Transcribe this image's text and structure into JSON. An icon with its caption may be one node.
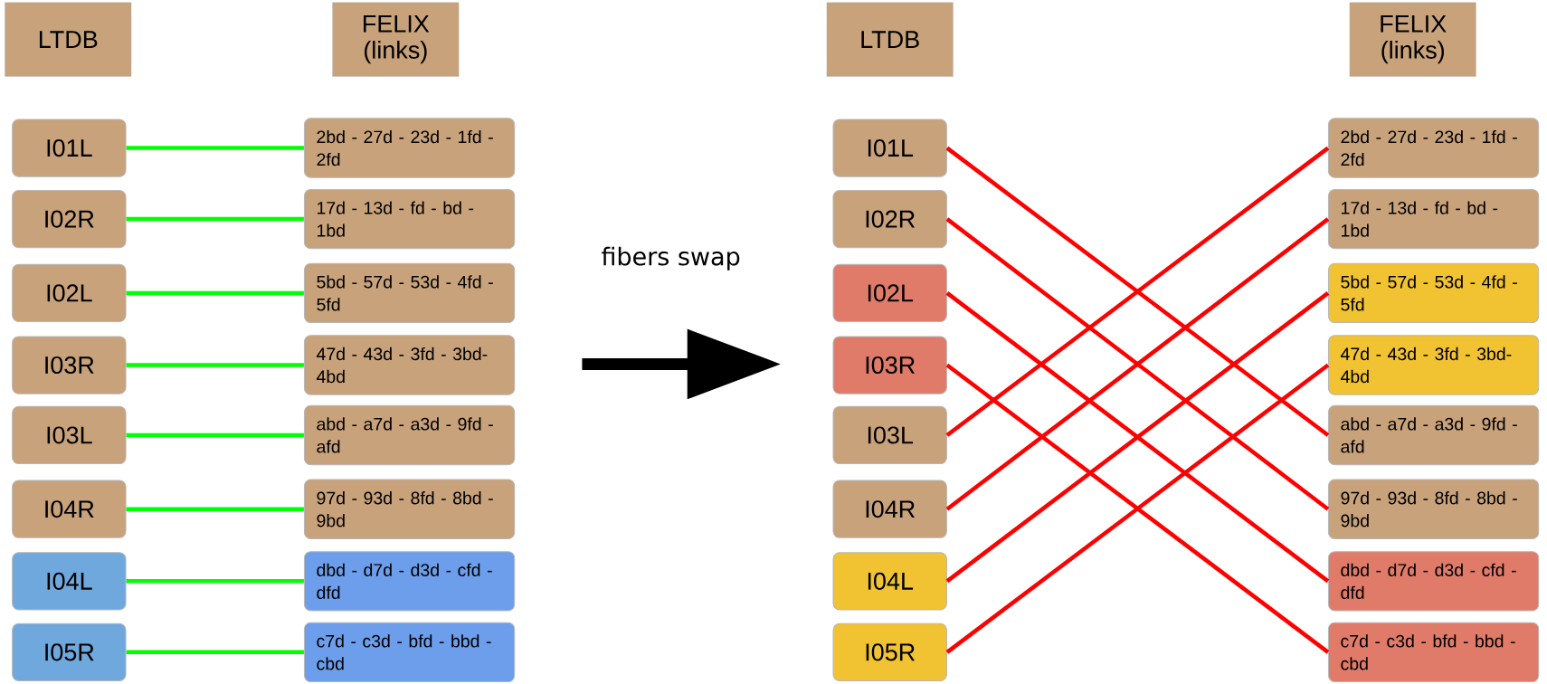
{
  "diagram": {
    "nodes": [
      {
        "text": [
          "LTDB"
        ]
      },
      {
        "text": [
          "FELIX (links)"
        ]
      },
      {
        "text": [
          "I01L"
        ]
      },
      {
        "text": [
          "2bd - 27d - 23d - 1fd - 2fd"
        ]
      },
      {
        "text": [
          "I02R"
        ]
      },
      {
        "text": [
          "17d - 13d - fd - bd - 1bd"
        ]
      },
      {
        "text": [
          "I02L"
        ]
      },
      {
        "text": [
          "5bd - 57d - 53d - 4fd - 5fd"
        ]
      },
      {
        "text": [
          "I03R"
        ]
      },
      {
        "text": [
          "47d - 43d - 3fd - 3bd- 4bd"
        ]
      },
      {
        "text": [
          "I03L"
        ]
      },
      {
        "text": [
          "abd - a7d - a3d - 9fd - afd"
        ]
      },
      {
        "text": [
          "I04R"
        ]
      },
      {
        "text": [
          "97d - 93d - 8fd - 8bd - 9bd"
        ]
      },
      {
        "text": [
          "I04L"
        ]
      },
      {
        "text": [
          "dbd - d7d - d3d - cfd - dfd"
        ]
      },
      {
        "text": [
          "I05R"
        ]
      },
      {
        "text": [
          "c7d - c3d - bfd - bbd - cbd"
        ]
      },
      {
        "text": [
          "LTDB"
        ]
      },
      {
        "text": [
          "FELIX (links)"
        ]
      },
      {
        "text": [
          "I01L"
        ]
      },
      {
        "text": [
          "2bd - 27d - 23d - 1fd - 2fd"
        ]
      },
      {
        "text": [
          "I02R"
        ]
      },
      {
        "text": [
          "17d - 13d - fd - bd - 1bd"
        ]
      },
      {
        "text": [
          "I02L"
        ]
      },
      {
        "text": [
          "5bd - 57d - 53d - 4fd - 5fd"
        ]
      },
      {
        "text": [
          "I03R"
        ]
      },
      {
        "text": [
          "47d - 43d - 3fd - 3bd- 4bd"
        ]
      },
      {
        "text": [
          "I03L"
        ]
      },
      {
        "text": [
          "abd - a7d - a3d - 9fd - afd"
        ]
      },
      {
        "text": [
          "I04R"
        ]
      },
      {
        "text": [
          "97d - 93d - 8fd - 8bd - 9bd"
        ]
      },
      {
        "text": [
          "I04L"
        ]
      },
      {
        "text": [
          "dbd - d7d - d3d - cfd - dfd"
        ]
      },
      {
        "text": [
          "I05R"
        ]
      },
      {
        "text": [
          "c7d - c3d - bfd - bbd - cbd"
        ]
      }
    ],
    "edges": [
      {
        "from": 2,
        "to": 3,
        "arrow": "none"
      },
      {
        "from": 4,
        "to": 5,
        "arrow": "none"
      },
      {
        "from": 6,
        "to": 7,
        "arrow": "none"
      },
      {
        "from": 8,
        "to": 9,
        "arrow": "none"
      },
      {
        "from": 10,
        "to": 11,
        "arrow": "none"
      },
      {
        "from": 12,
        "to": 13,
        "arrow": "none"
      },
      {
        "from": 14,
        "to": 15,
        "arrow": "none"
      },
      {
        "from": 16,
        "to": 17,
        "arrow": "none"
      },
      {
        "from": 20,
        "to": 29,
        "arrow": "none",
        "color": "#ff0000"
      },
      {
        "from": 22,
        "to": 31,
        "arrow": "none",
        "color": "#ff0000"
      },
      {
        "from": 24,
        "to": 33,
        "arrow": "none",
        "color": "#ff0000"
      },
      {
        "from": 26,
        "to": 35,
        "arrow": "none",
        "color": "#ff0000"
      },
      {
        "from": 28,
        "to": 21,
        "arrow": "none",
        "color": "#ff0000"
      },
      {
        "from": 30,
        "to": 23,
        "arrow": "none",
        "color": "#ff0000"
      },
      {
        "from": 32,
        "to": 25,
        "arrow": "none",
        "color": "#ff0000"
      },
      {
        "from": 34,
        "to": 27,
        "arrow": "none",
        "color": "#ff0000"
      }
    ],
    "labels": [
      "fibers swap"
    ]
  }
}
